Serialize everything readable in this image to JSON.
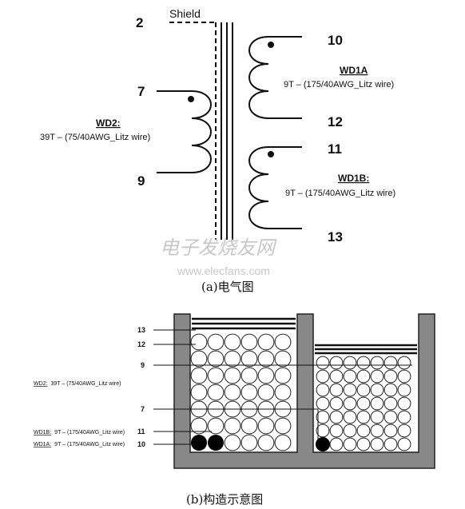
{
  "electrical": {
    "shield_label": "Shield",
    "pins": {
      "p2": "2",
      "p7": "7",
      "p9": "9",
      "p10": "10",
      "p12": "12",
      "p11": "11",
      "p13": "13"
    },
    "wd2": {
      "name": "WD2:",
      "spec": "39T – (75/40AWG_Litz wire)"
    },
    "wd1a": {
      "name": "WD1A",
      "spec": "9T – (175/40AWG_Litz wire)"
    },
    "wd1b": {
      "name": "WD1B:",
      "spec": "9T –  (175/40AWG_Litz wire)"
    },
    "caption": "(a)电气图"
  },
  "watermark": {
    "cn": "电子发烧友网",
    "url": "www.elecfans.com"
  },
  "construction": {
    "callouts": {
      "c13": "13",
      "c12": "12",
      "c9": "9",
      "c7": "7",
      "c11": "11",
      "c10": "10"
    },
    "wd2": {
      "name": "WD2:",
      "spec": "39T – (75/40AWG_Litz wire)"
    },
    "wd1b": {
      "name": "WD1B:",
      "spec": "9T –  (175/40AWG_Litz wire)"
    },
    "wd1a": {
      "name": "WD1A:",
      "spec": "9T –  (175/40AWG_Litz wire)"
    },
    "caption": "(b)构造示意图"
  }
}
